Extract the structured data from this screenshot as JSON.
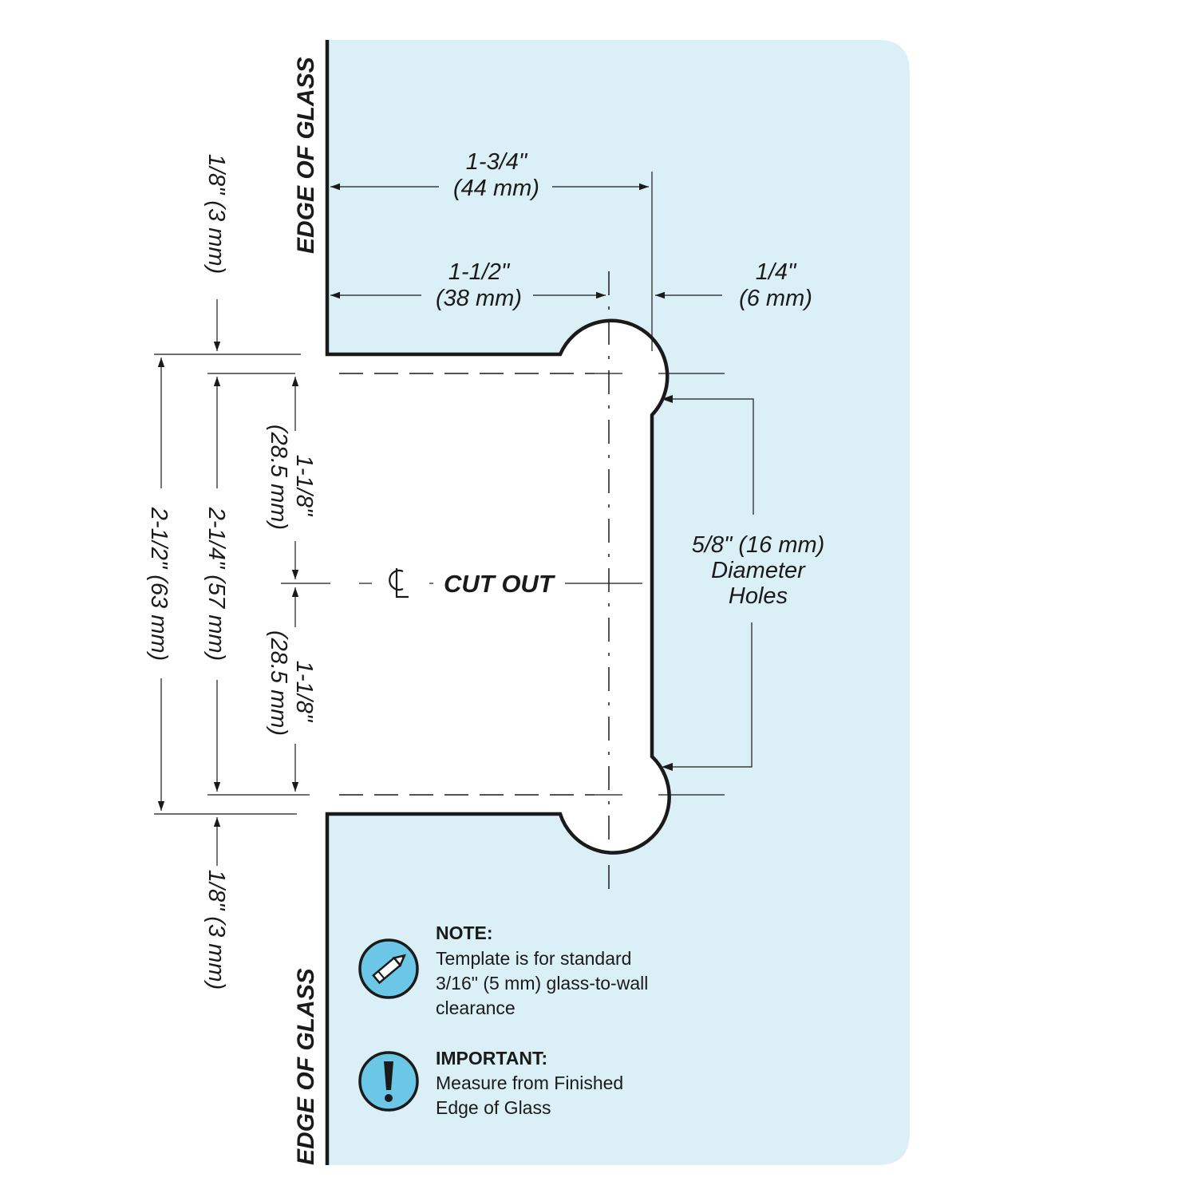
{
  "edge_labels": {
    "top": "EDGE OF GLASS",
    "bottom": "EDGE OF GLASS"
  },
  "dimensions": {
    "width_total": {
      "inch": "1-3/4\"",
      "mm": "(44 mm)"
    },
    "width_to_center": {
      "inch": "1-1/2\"",
      "mm": "(38 mm)"
    },
    "offset": {
      "inch": "1/4\"",
      "mm": "(6 mm)"
    },
    "gap_top": "1/8\" (3 mm)",
    "gap_bottom": "1/8\" (3 mm)",
    "height_total": "2-1/2\" (63 mm)",
    "height_centers": "2-1/4\" (57 mm)",
    "half_top": {
      "inch": "1-1/8\"",
      "mm": "(28.5 mm)"
    },
    "half_bottom": {
      "inch": "1-1/8\"",
      "mm": "(28.5 mm)"
    },
    "holes": {
      "line1": "5/8\" (16 mm)",
      "line2": "Diameter",
      "line3": "Holes"
    }
  },
  "centerline": {
    "symbol": "CL",
    "label": "CUT OUT"
  },
  "notes": [
    {
      "icon": "pencil-icon",
      "title": "NOTE:",
      "lines": [
        "Template is for standard",
        "3/16\" (5 mm) glass-to-wall",
        "clearance"
      ]
    },
    {
      "icon": "exclamation-icon",
      "title": "IMPORTANT:",
      "lines": [
        "Measure from Finished",
        "Edge of Glass"
      ]
    }
  ],
  "colors": {
    "glass": "#dbeff6",
    "icon": "#6cc6e6",
    "ink": "#1a1a1a"
  }
}
